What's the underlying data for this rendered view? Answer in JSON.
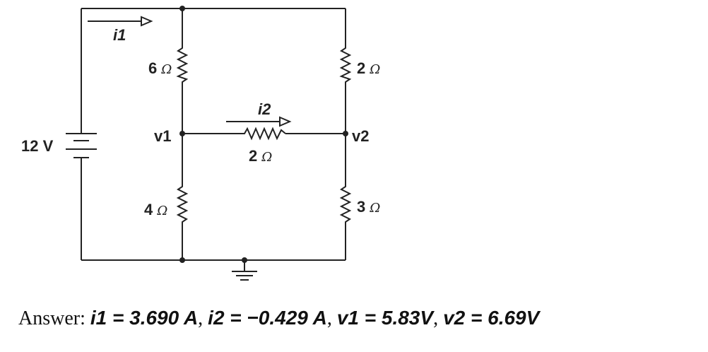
{
  "source": {
    "label": "12 V"
  },
  "resistors": {
    "r_top_left": "6 Ω",
    "r_bottom_left": "4 Ω",
    "r_top_right": "2 Ω",
    "r_bottom_right": "3 Ω",
    "r_middle": "2 Ω"
  },
  "currents": {
    "i1": "i1",
    "i2": "i2"
  },
  "nodes": {
    "v1": "v1",
    "v2": "v2"
  },
  "answer": {
    "prefix": "Answer:",
    "i1": "i1 = 3.690 A",
    "i2": "i2 = −0.429 A",
    "v1": "v1 = 5.83V",
    "v2": "v2 = 6.69V",
    "separator": ","
  }
}
